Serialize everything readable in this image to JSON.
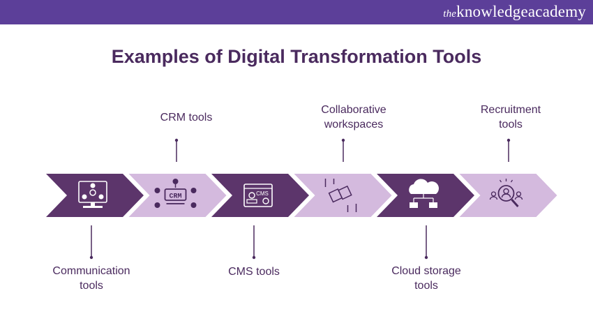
{
  "header": {
    "logo_prefix": "the",
    "logo_name": "knowledgeacademy"
  },
  "title": "Examples of Digital Transformation Tools",
  "colors": {
    "header": "#5c3f99",
    "dark": "#5c356b",
    "light": "#d4bade",
    "text": "#4a2a5e"
  },
  "steps": [
    {
      "label_line1": "Communication",
      "label_line2": "tools",
      "icon": "communication-monitor-icon",
      "position": "bottom",
      "shade": "dark"
    },
    {
      "label_line1": "CRM tools",
      "label_line2": "",
      "icon": "crm-network-icon",
      "position": "top",
      "shade": "light"
    },
    {
      "label_line1": "CMS tools",
      "label_line2": "",
      "icon": "cms-window-icon",
      "position": "bottom",
      "shade": "dark"
    },
    {
      "label_line1": "Collaborative",
      "label_line2": "workspaces",
      "icon": "puzzle-hands-icon",
      "position": "top",
      "shade": "light"
    },
    {
      "label_line1": "Cloud storage",
      "label_line2": "tools",
      "icon": "cloud-storage-icon",
      "position": "bottom",
      "shade": "dark"
    },
    {
      "label_line1": "Recruitment",
      "label_line2": "tools",
      "icon": "recruitment-search-icon",
      "position": "top",
      "shade": "light"
    }
  ]
}
